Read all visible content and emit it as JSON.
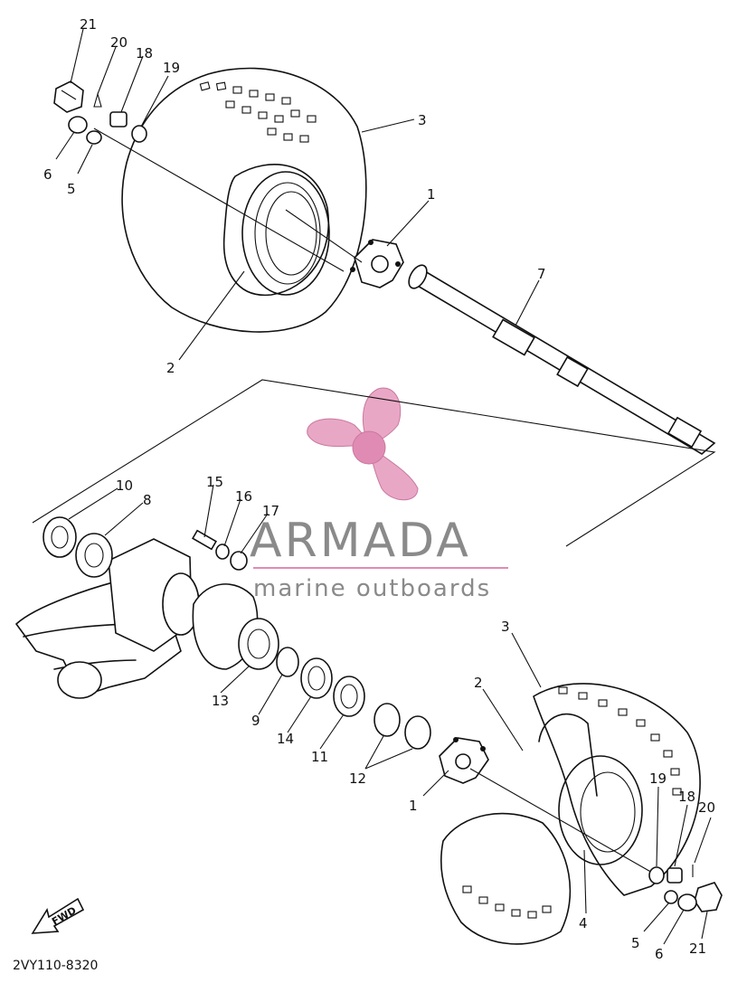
{
  "diagram": {
    "drawing_code": "2VY110-8320",
    "direction_label": "FWD",
    "watermark": {
      "brand": "ARMADA",
      "tagline": "marine outboards",
      "color_primary": "#e9a7c6",
      "color_text": "#8a8a8a"
    },
    "callouts": {
      "upper_21": "21",
      "upper_20": "20",
      "upper_18": "18",
      "upper_19": "19",
      "upper_6": "6",
      "upper_5": "5",
      "upper_3": "3",
      "upper_1": "1",
      "upper_7": "7",
      "upper_2": "2",
      "mid_10": "10",
      "mid_8": "8",
      "mid_15": "15",
      "mid_16": "16",
      "mid_17": "17",
      "mid_13": "13",
      "mid_9": "9",
      "mid_14": "14",
      "mid_11": "11",
      "mid_12": "12",
      "lower_3": "3",
      "lower_2": "2",
      "lower_1": "1",
      "lower_19": "19",
      "lower_18": "18",
      "lower_20": "20",
      "lower_4": "4",
      "lower_5": "5",
      "lower_6": "6",
      "lower_21": "21"
    }
  }
}
